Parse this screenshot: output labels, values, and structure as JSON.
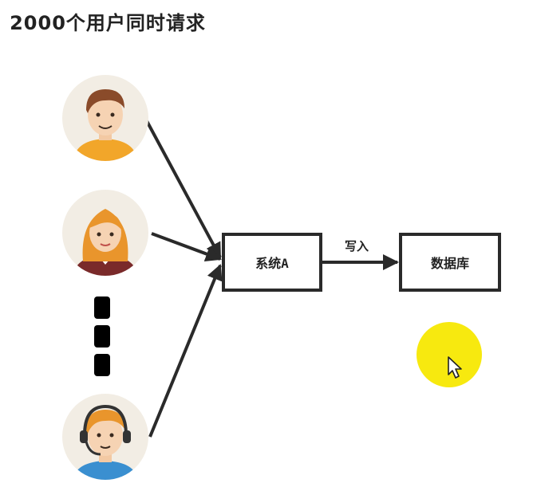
{
  "title": "2000个用户同时请求",
  "nodes": {
    "system": "系统A",
    "database": "数据库"
  },
  "edges": {
    "write_label": "写入"
  },
  "icons": {
    "user1": "male-user-avatar-icon",
    "user2": "female-user-avatar-icon",
    "user3": "support-agent-avatar-icon",
    "ellipsis": "vertical-ellipsis-dots",
    "cursor": "mouse-pointer-icon"
  },
  "colors": {
    "line": "#2a2a2a",
    "highlight": "#f7e90f",
    "avatar_bg": "#f2ede4"
  }
}
